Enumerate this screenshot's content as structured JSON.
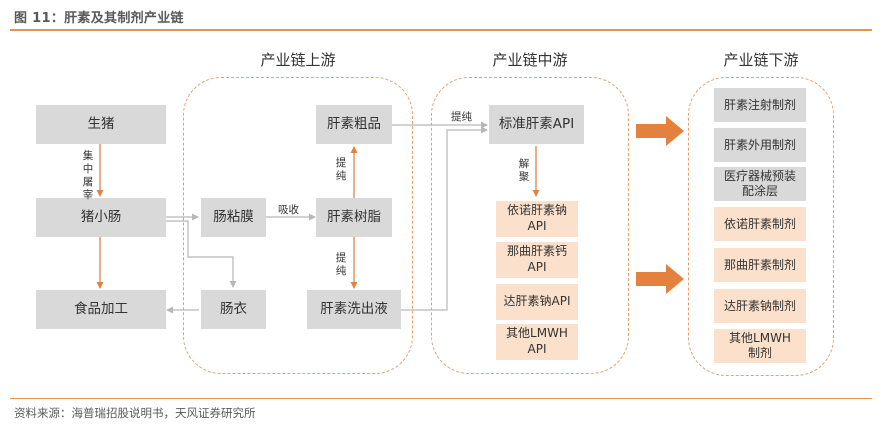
{
  "figure_title": "图 11：肝素及其制剂产业链",
  "source": "资料来源：海普瑞招股说明书，天风证券研究所",
  "stages": {
    "upstream": "产业链上游",
    "midstream": "产业链中游",
    "downstream": "产业链下游"
  },
  "nodes": {
    "pig": "生猪",
    "small_intestine": "猪小肠",
    "food_processing": "食品加工",
    "mucosa": "肠粘膜",
    "casing": "肠衣",
    "crude_heparin": "肝素粗品",
    "heparin_resin": "肝素树脂",
    "heparin_eluate": "肝素洗出液",
    "standard_api": "标准肝素API"
  },
  "edge_labels": {
    "slaughter": "集中屠宰",
    "absorb": "吸收",
    "purify_1": "提纯",
    "purify_2": "提纯",
    "purify_3": "提纯",
    "depolymerize": "解聚"
  },
  "mid_products": [
    {
      "line1": "依诺肝素钠",
      "line2": "API"
    },
    {
      "line1": "那曲肝素钙",
      "line2": "API"
    },
    {
      "line1": "达肝素钠API",
      "line2": ""
    },
    {
      "line1": "其他LMWH",
      "line2": "API"
    }
  ],
  "downstream_items": [
    {
      "line1": "肝素注射制剂",
      "line2": "",
      "style": "gray"
    },
    {
      "line1": "肝素外用制剂",
      "line2": "",
      "style": "gray"
    },
    {
      "line1": "医疗器械预装",
      "line2": "配涂层",
      "style": "gray"
    },
    {
      "line1": "依诺肝素制剂",
      "line2": "",
      "style": "orange"
    },
    {
      "line1": "那曲肝素制剂",
      "line2": "",
      "style": "orange"
    },
    {
      "line1": "达肝素钠制剂",
      "line2": "",
      "style": "orange"
    },
    {
      "line1": "其他LMWH",
      "line2": "制剂",
      "style": "orange"
    }
  ],
  "colors": {
    "accent_orange": "#e5813f",
    "dashed_border": "#e5a071",
    "gray_box": "#d9d9d9",
    "orange_box": "#fbe1cb",
    "connector": "#b7b7b7"
  }
}
